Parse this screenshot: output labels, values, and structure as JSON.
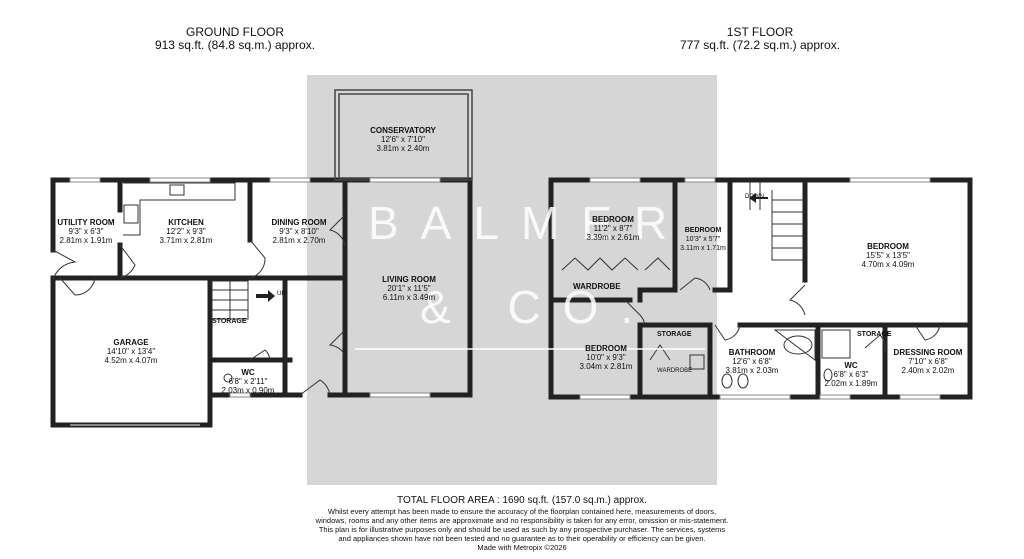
{
  "ground_floor": {
    "title": "GROUND FLOOR",
    "area": "913 sq.ft. (84.8 sq.m.) approx.",
    "rooms": {
      "utility": {
        "name": "UTILITY ROOM",
        "imperial": "9'3\" x 6'3\"",
        "metric": "2.81m x 1.91m"
      },
      "kitchen": {
        "name": "KITCHEN",
        "imperial": "12'2\" x 9'3\"",
        "metric": "3.71m x 2.81m"
      },
      "dining": {
        "name": "DINING ROOM",
        "imperial": "9'3\" x 8'10\"",
        "metric": "2.81m x 2.70m"
      },
      "conservatory": {
        "name": "CONSERVATORY",
        "imperial": "12'6\" x 7'10\"",
        "metric": "3.81m x 2.40m"
      },
      "living": {
        "name": "LIVING ROOM",
        "imperial": "20'1\" x 11'5\"",
        "metric": "6.11m x 3.49m"
      },
      "garage": {
        "name": "GARAGE",
        "imperial": "14'10\" x 13'4\"",
        "metric": "4.52m x 4.07m"
      },
      "wc": {
        "name": "WC",
        "imperial": "6'8\" x 2'11\"",
        "metric": "2.03m x 0.90m"
      }
    },
    "storage_label": "STORAGE",
    "up_label": "UP"
  },
  "first_floor": {
    "title": "1ST FLOOR",
    "area": "777 sq.ft. (72.2 sq.m.) approx.",
    "rooms": {
      "bedroom1": {
        "name": "BEDROOM",
        "imperial": "11'2\" x 8'7\"",
        "metric": "3.39m x 2.61m"
      },
      "bedroom2": {
        "name": "BEDROOM",
        "imperial": "10'3\" x 5'7\"",
        "metric": "3.11m x 1.71m"
      },
      "bedroom3": {
        "name": "BEDROOM",
        "imperial": "15'5\" x 13'5\"",
        "metric": "4.70m x 4.09m"
      },
      "bedroom4": {
        "name": "BEDROOM",
        "imperial": "10'0\" x 9'3\"",
        "metric": "3.04m x 2.81m"
      },
      "bathroom": {
        "name": "BATHROOM",
        "imperial": "12'6\" x 6'8\"",
        "metric": "3.81m x 2.03m"
      },
      "wc": {
        "name": "WC",
        "imperial": "6'8\" x 6'3\"",
        "metric": "2.02m x 1.89m"
      },
      "dressing": {
        "name": "DRESSING ROOM",
        "imperial": "7'10\" x 6'8\"",
        "metric": "2.40m x 2.02m"
      }
    },
    "wardrobe_label": "WARDROBE",
    "wardrobe_small": "WARDROBE",
    "storage_label": "STORAGE",
    "storage_label2": "STORAGE",
    "down_label": "DOWN"
  },
  "watermark": {
    "line1": "BALMER",
    "line2": "& CO."
  },
  "footer": {
    "total": "TOTAL FLOOR AREA : 1690 sq.ft. (157.0 sq.m.) approx.",
    "disclaimer": "Whilst every attempt has been made to ensure the accuracy of the floorplan contained here, measurements of doors, windows, rooms and any other items are approximate and no responsibility is taken for any error, omission or mis-statement. This plan is for illustrative purposes only and should be used as such by any prospective purchaser. The services, systems and appliances shown have not been tested and no guarantee as to their operability or efficiency can be given.",
    "made_with": "Made with Metropix ©2026"
  }
}
